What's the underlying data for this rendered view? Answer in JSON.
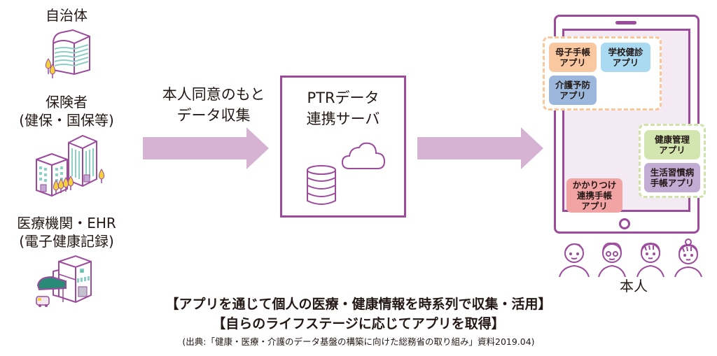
{
  "sources": [
    {
      "label": "自治体",
      "icon": "city-hall-icon"
    },
    {
      "label_line1": "保険者",
      "label_line2": "(健保・国保等)",
      "icon": "office-buildings-icon"
    },
    {
      "label_line1": "医療機関・EHR",
      "label_line2": "(電子健康記録)",
      "icon": "hospital-icon"
    }
  ],
  "arrow_label": {
    "line1": "本人同意のもと",
    "line2": "データ収集"
  },
  "server": {
    "line1": "PTRデータ",
    "line2": "連携サーバ",
    "icons": [
      "cloud-icon",
      "database-icon"
    ]
  },
  "tablet": {
    "groups": [
      {
        "name": "life-stage-apps",
        "border_color": "#f8c79a",
        "apps": [
          {
            "label": "母子手帳\nアプリ",
            "color": "#f9c8a0"
          },
          {
            "label": "学校健診\nアプリ",
            "color": "#a9daf2"
          },
          {
            "label": "介護予防\nアプリ",
            "color": "#9bb8dc"
          }
        ]
      },
      {
        "name": "health-apps",
        "border_color": "#cfe3a8",
        "apps": [
          {
            "label": "健康管理\nアプリ",
            "color": "#d4e6b0"
          },
          {
            "label": "生活習慣病\n手帳アプリ",
            "color": "#c3acd4"
          }
        ]
      }
    ],
    "standalone_app": {
      "label": "かかりつけ\n連携手帳\nアプリ",
      "color": "#f2a3a3"
    }
  },
  "person_label": "本人",
  "footer": {
    "line1": "【アプリを通じて個人の医療・健康情報を時系列で収集・活用】",
    "line2": "【自らのライフステージに応じてアプリを取得】",
    "source": "(出典:「健康・医療・介護のデータ基盤の構築に向けた総務省の取り組み」資料2019.04)"
  },
  "colors": {
    "accent_purple": "#9b4a9c",
    "arrow_fill": "#d6b2d3",
    "teal": "#8ccfc4",
    "tree_yellow": "#f6d13e",
    "screen_bg": "#f3eaf4"
  }
}
